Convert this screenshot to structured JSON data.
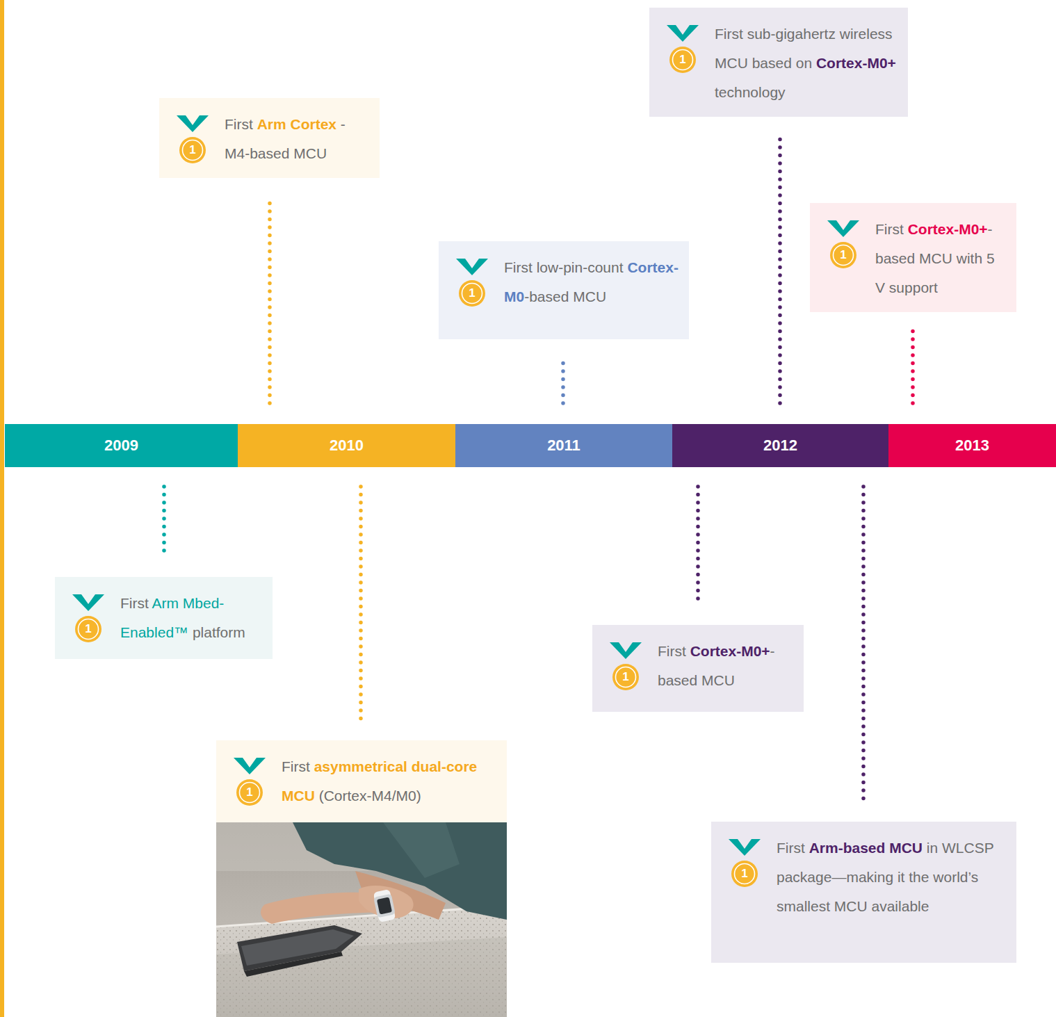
{
  "diagram": {
    "nodes": [
      {
        "text": [
          "2009"
        ]
      },
      {
        "text": [
          "2010"
        ]
      },
      {
        "text": [
          "2011"
        ]
      },
      {
        "text": [
          "2012"
        ]
      },
      {
        "text": [
          "2013"
        ]
      },
      {
        "text": [
          "First Arm Mbed-Enabled™ platform"
        ]
      },
      {
        "text": [
          "First Arm Cortex - M4-based MCU"
        ]
      },
      {
        "text": [
          "First asymmetrical dual-core MCU (Cortex-M4/M0)"
        ]
      },
      {
        "text": [
          "First low-pin-count Cortex-M0-based MCU"
        ]
      },
      {
        "text": [
          "First sub-gigahertz wireless MCU based on Cortex-M0+ technology"
        ]
      },
      {
        "text": [
          "First Cortex-M0+- based MCU"
        ]
      },
      {
        "text": [
          "First Arm-based MCU in WLCSP package—making it the world’s smallest MCU available"
        ]
      },
      {
        "text": [
          "First Cortex-M0+-based MCU with 5 V support"
        ]
      }
    ],
    "edges": [
      {
        "from": 0,
        "to": 5,
        "arrow": "none"
      },
      {
        "from": 1,
        "to": 6,
        "arrow": "none"
      },
      {
        "from": 1,
        "to": 7,
        "arrow": "none"
      },
      {
        "from": 2,
        "to": 8,
        "arrow": "none"
      },
      {
        "from": 3,
        "to": 9,
        "arrow": "none"
      },
      {
        "from": 3,
        "to": 10,
        "arrow": "none"
      },
      {
        "from": 3,
        "to": 11,
        "arrow": "none"
      },
      {
        "from": 4,
        "to": 12,
        "arrow": "none"
      }
    ],
    "labels": [
      "1",
      "1",
      "1",
      "1",
      "1",
      "1",
      "1",
      "1"
    ]
  }
}
